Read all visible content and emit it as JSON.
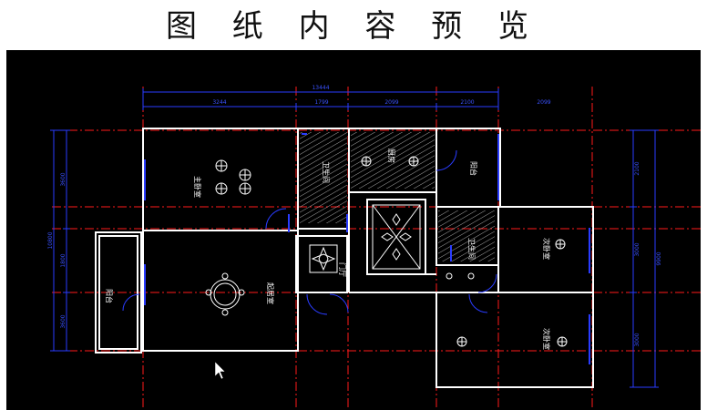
{
  "header": {
    "title": "图 纸 内 容 预 览"
  },
  "viewer": {
    "background": "#000000",
    "wall_color": "#ffffff",
    "dim_color": "#2a3cff",
    "axis_color": "#ff0000",
    "cursor_icon": "arrow-cursor-icon"
  },
  "drawing": {
    "dims": {
      "overall_top": "13444",
      "top_segments": [
        "3244",
        "1799",
        "2099",
        "2100",
        "2099"
      ],
      "left_segments": [
        "3600",
        "1800",
        "3600"
      ],
      "left_overall": "10800",
      "right_segments": [
        "2100",
        "3000",
        "3000"
      ],
      "right_overall": "9900"
    },
    "rooms": {
      "master_bedroom": "主卧室",
      "bathroom1": "卫生间",
      "kitchen": "厨房",
      "balcony1": "阳台",
      "living_room": "起居室",
      "balcony2": "阳台",
      "entrance": "门厅",
      "bathroom2": "卫生间",
      "second_bedroom": "次卧室",
      "third_bedroom": "次卧室"
    }
  }
}
